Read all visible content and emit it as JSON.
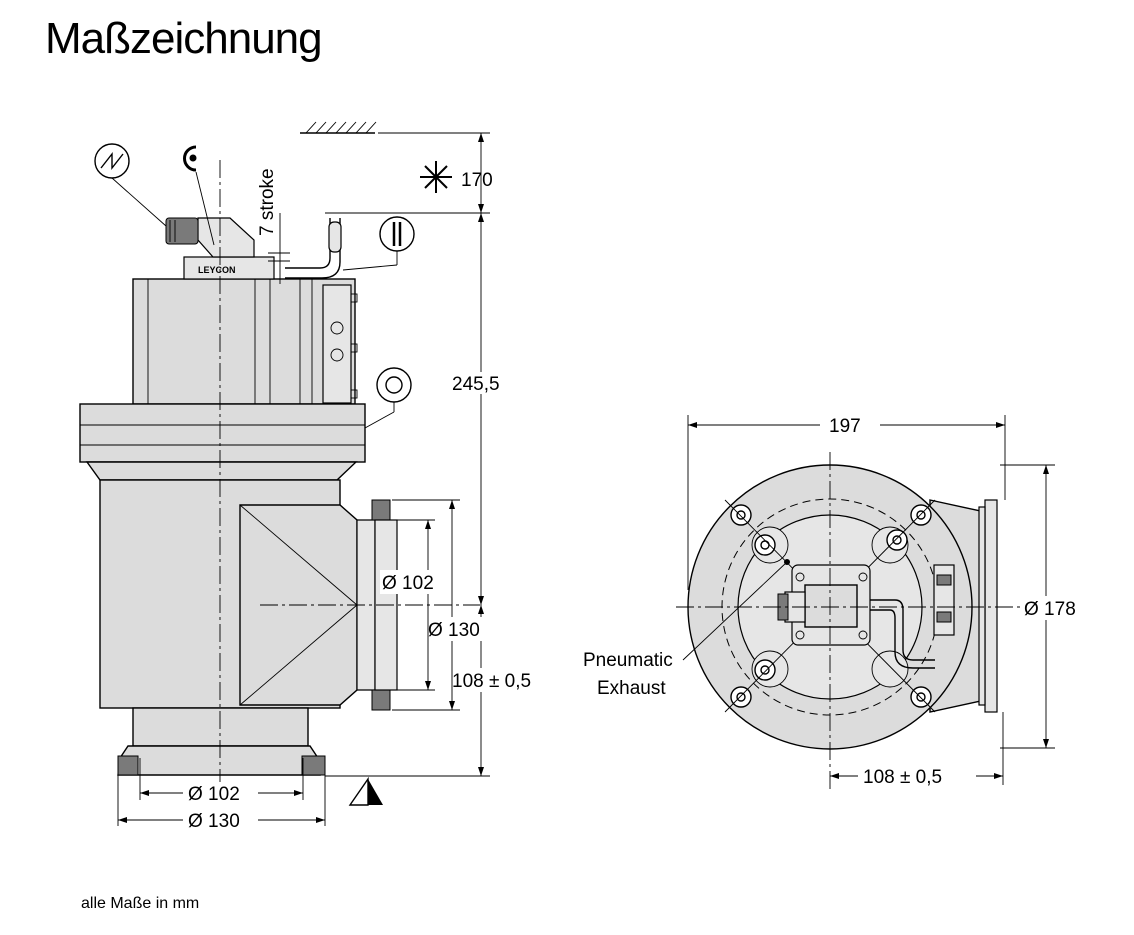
{
  "title": "Maßzeichnung",
  "footnote": "alle Maße in mm",
  "side_view": {
    "dim_stroke": "7 stroke",
    "dim_170": "170",
    "dim_245_5": "245,5",
    "dim_outlet_inner": "Ø 102",
    "dim_outlet_outer": "Ø 130",
    "dim_108": "108 ± 0,5",
    "dim_bottom_inner": "Ø 102",
    "dim_bottom_outer": "Ø 130",
    "connector_label": "LEYCON"
  },
  "top_view": {
    "dim_197": "197",
    "dim_178": "Ø 178",
    "dim_108": "108 ± 0,5",
    "exhaust_line1": "Pneumatic",
    "exhaust_line2": "Exhaust"
  },
  "icons": [
    "electrical-connection-icon",
    "position-indicator-icon",
    "cold-clearance-icon",
    "pneumatic-connection-icon",
    "seal-ring-icon",
    "mounting-side-icon"
  ]
}
